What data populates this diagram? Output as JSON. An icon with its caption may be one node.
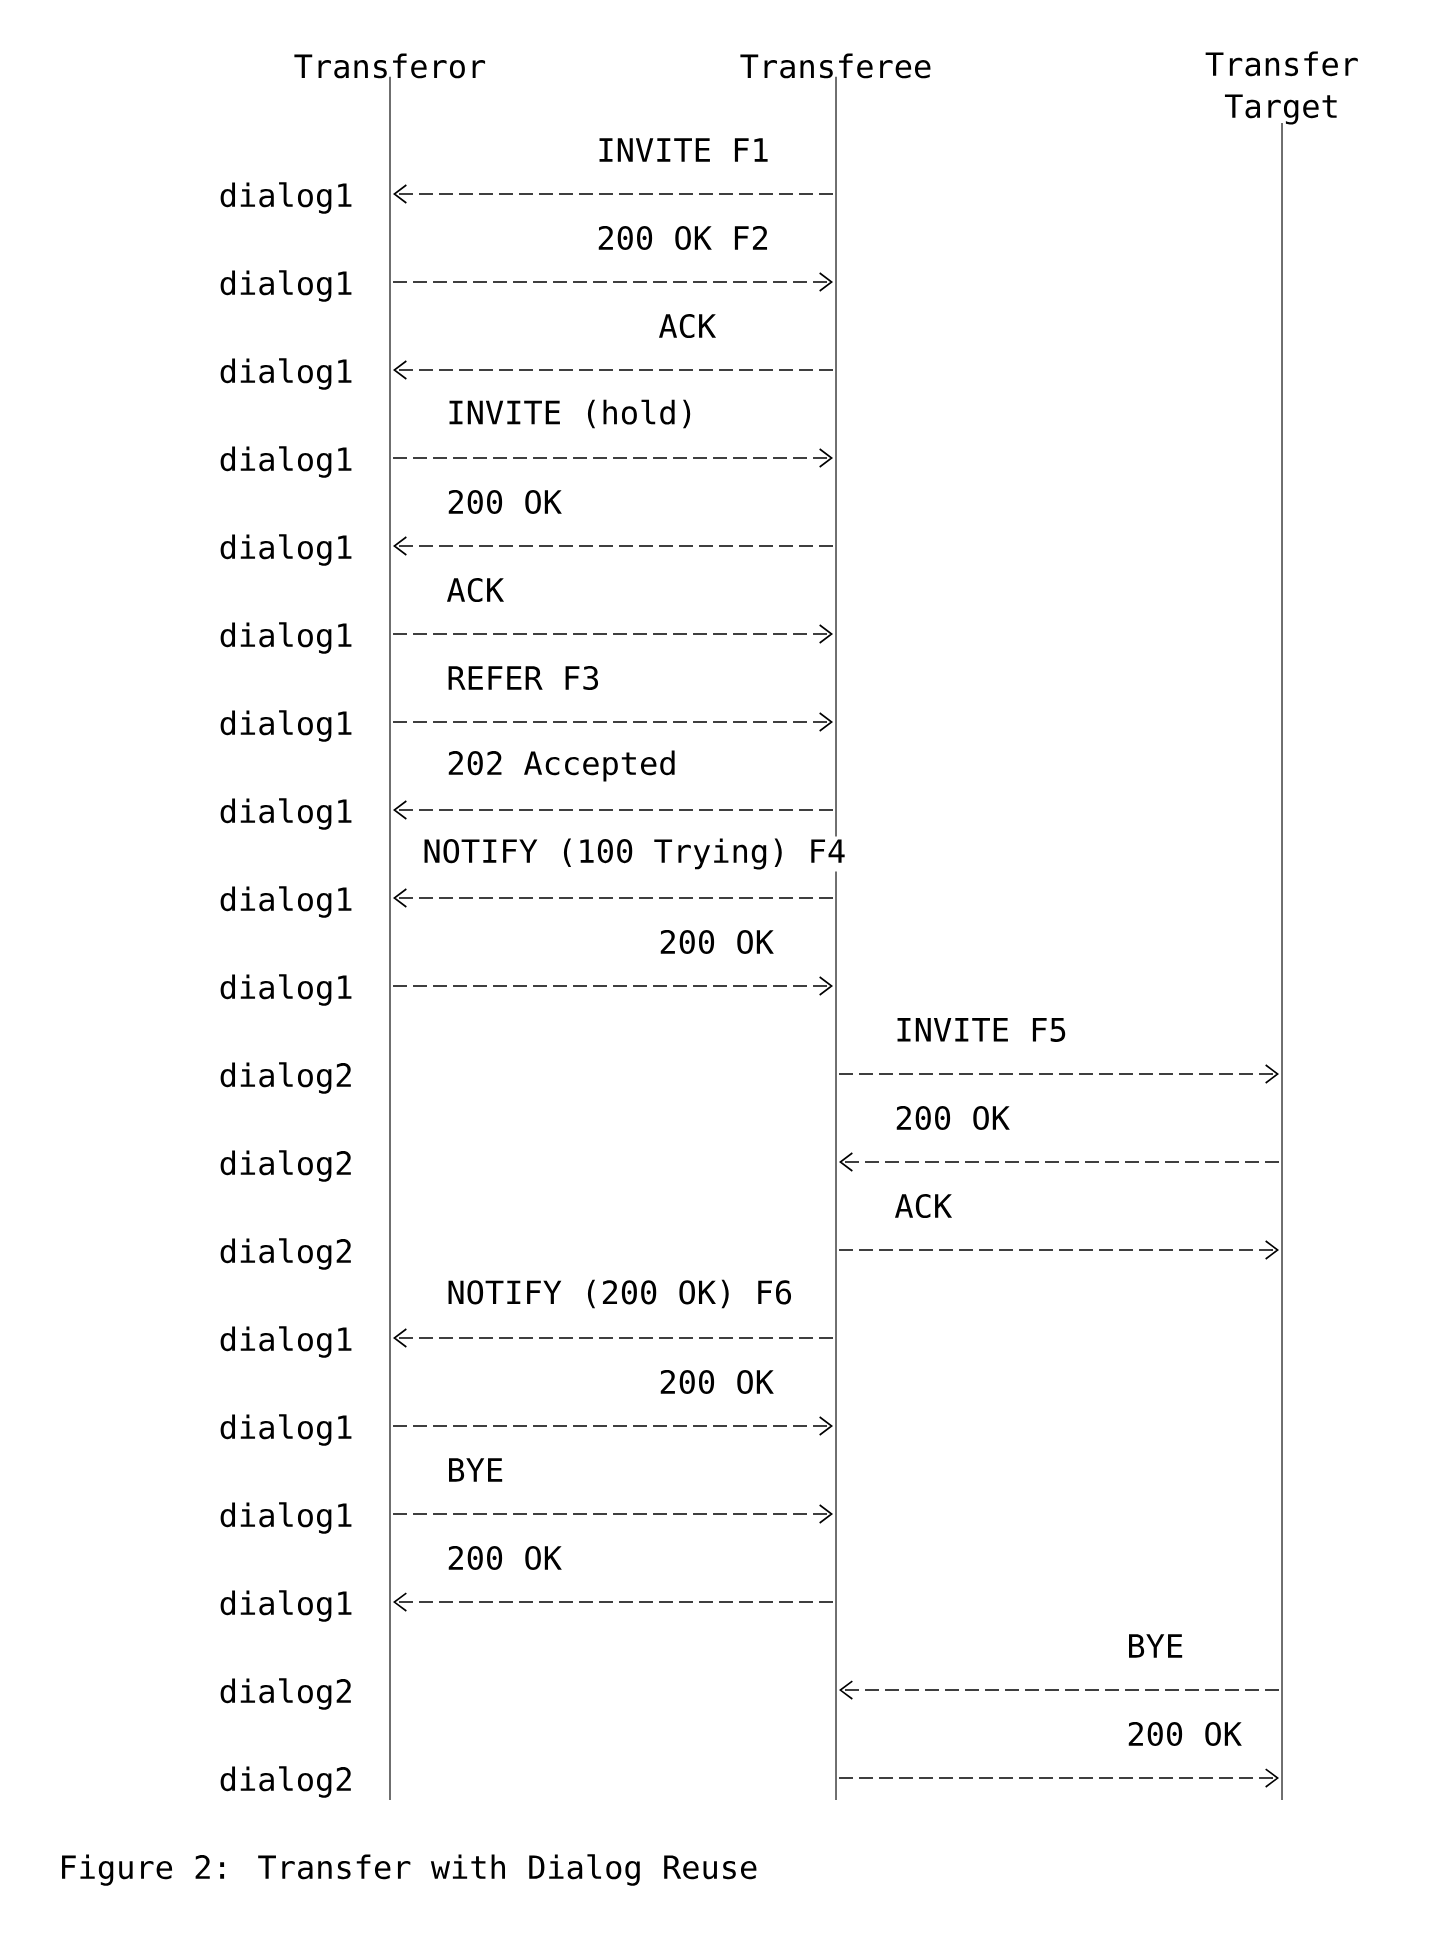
{
  "diagram": {
    "caption": "Figure 2: Transfer with Dialog Reuse",
    "nodes": [
      {
        "text": [
          "Transferor"
        ]
      },
      {
        "text": [
          "Transferee"
        ]
      },
      {
        "text": [
          "Transfer Target"
        ]
      }
    ],
    "edges": [
      {
        "from": 1,
        "to": 0,
        "arrow": "to",
        "label": "INVITE F1"
      },
      {
        "from": 0,
        "to": 1,
        "arrow": "to",
        "label": "200 OK F2"
      },
      {
        "from": 1,
        "to": 0,
        "arrow": "to",
        "label": "ACK"
      },
      {
        "from": 0,
        "to": 1,
        "arrow": "to",
        "label": "INVITE (hold)"
      },
      {
        "from": 1,
        "to": 0,
        "arrow": "to",
        "label": "200 OK"
      },
      {
        "from": 0,
        "to": 1,
        "arrow": "to",
        "label": "ACK"
      },
      {
        "from": 0,
        "to": 1,
        "arrow": "to",
        "label": "REFER F3"
      },
      {
        "from": 1,
        "to": 0,
        "arrow": "to",
        "label": "202 Accepted"
      },
      {
        "from": 1,
        "to": 0,
        "arrow": "to",
        "label": "NOTIFY (100 Trying) F4"
      },
      {
        "from": 0,
        "to": 1,
        "arrow": "to",
        "label": "200 OK"
      },
      {
        "from": 1,
        "to": 2,
        "arrow": "to",
        "label": "INVITE F5"
      },
      {
        "from": 2,
        "to": 1,
        "arrow": "to",
        "label": "200 OK"
      },
      {
        "from": 1,
        "to": 2,
        "arrow": "to",
        "label": "ACK"
      },
      {
        "from": 1,
        "to": 0,
        "arrow": "to",
        "label": "NOTIFY (200 OK) F6"
      },
      {
        "from": 0,
        "to": 1,
        "arrow": "to",
        "label": "200 OK"
      },
      {
        "from": 0,
        "to": 1,
        "arrow": "to",
        "label": "BYE"
      },
      {
        "from": 1,
        "to": 0,
        "arrow": "to",
        "label": "200 OK"
      },
      {
        "from": 2,
        "to": 1,
        "arrow": "to",
        "label": "BYE"
      },
      {
        "from": 1,
        "to": 2,
        "arrow": "to",
        "label": "200 OK"
      }
    ],
    "labels": [
      "dialog1",
      "dialog1",
      "dialog1",
      "dialog1",
      "dialog1",
      "dialog1",
      "dialog1",
      "dialog1",
      "dialog1",
      "dialog1",
      "dialog2",
      "dialog2",
      "dialog2",
      "dialog1",
      "dialog1",
      "dialog1",
      "dialog1",
      "dialog2",
      "dialog2"
    ]
  }
}
